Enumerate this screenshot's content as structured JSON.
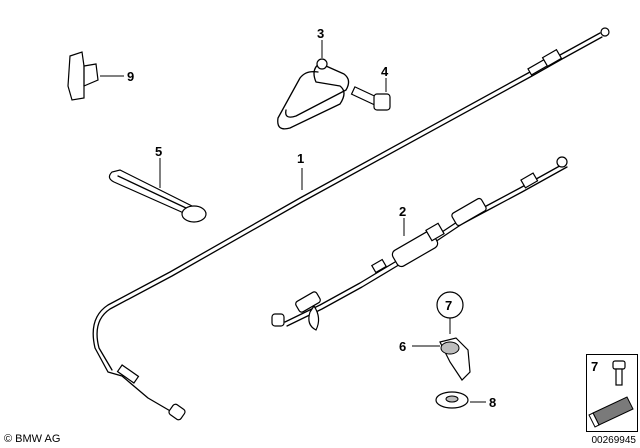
{
  "callouts": {
    "c1": "1",
    "c2": "2",
    "c3": "3",
    "c4": "4",
    "c5": "5",
    "c6": "6",
    "c7": "7",
    "c8": "8",
    "c9": "9"
  },
  "reference_box": {
    "label": "7"
  },
  "copyright": "© BMW AG",
  "drawing_number": "00269945"
}
